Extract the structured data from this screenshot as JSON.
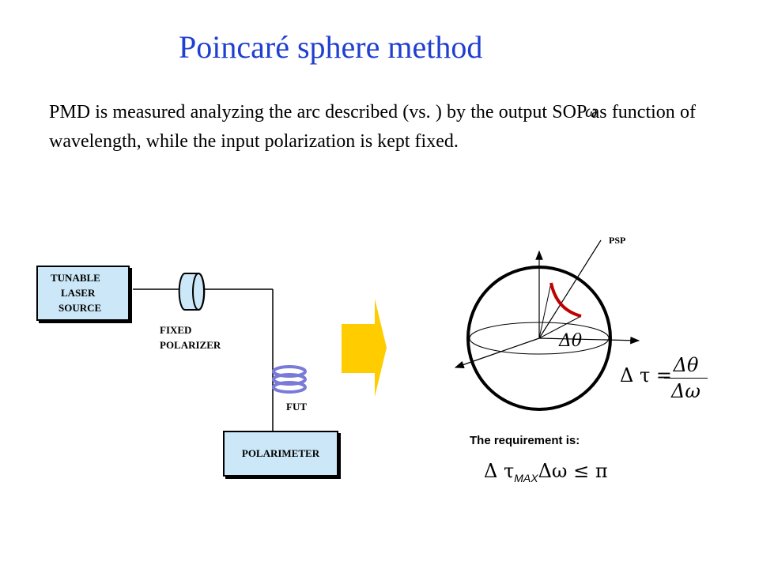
{
  "header": {
    "title": "Poincaré sphere method"
  },
  "body": {
    "paragraph": "PMD is measured analyzing the arc described (vs.      ) by the output SOP as function of wavelength, while the input polarization is kept fixed.",
    "omega_symbol": "ω"
  },
  "setup": {
    "laser_line1": "TUNABLE",
    "laser_line2": "LASER",
    "laser_line3": "SOURCE",
    "polarizer_line1": "FIXED",
    "polarizer_line2": "POLARIZER",
    "fut_label": "FUT",
    "polarimeter_label": "POLARIMETER"
  },
  "sphere": {
    "psp_label": "PSP",
    "delta_theta_label": "Δθ",
    "arc_color": "#c00000"
  },
  "formula": {
    "lhs": "Δ τ =",
    "numerator": "Δθ",
    "denominator": "Δω"
  },
  "requirement": {
    "label": "The requirement is:",
    "equation_pre": "Δ τ",
    "equation_sub": "MAX",
    "equation_post": "Δω  ≤  π"
  },
  "colors": {
    "title": "#1f3fd0",
    "box_fill": "#cce8f8",
    "arrow_fill": "#ffcc00",
    "coil": "#7a7ad8"
  }
}
